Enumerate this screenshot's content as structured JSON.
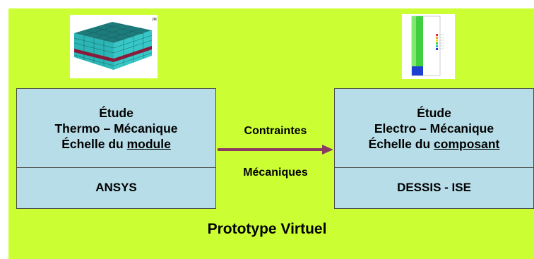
{
  "left_box": {
    "line1": "Étude",
    "line2": "Thermo – Mécanique",
    "line3_prefix": "Échelle du ",
    "line3_underlined": "module",
    "tool": "ANSYS"
  },
  "right_box": {
    "line1": "Étude",
    "line2": "Electro – Mécanique",
    "line3_prefix": "Échelle du ",
    "line3_underlined": "composant",
    "tool": "DESSIS - ISE"
  },
  "arrow": {
    "label_top": "Contraintes",
    "label_bottom": "Mécaniques",
    "color": "#8b3a62"
  },
  "footer": "Prototype Virtuel",
  "colors": {
    "background": "#ccff33",
    "box_fill": "#b7dee8"
  }
}
